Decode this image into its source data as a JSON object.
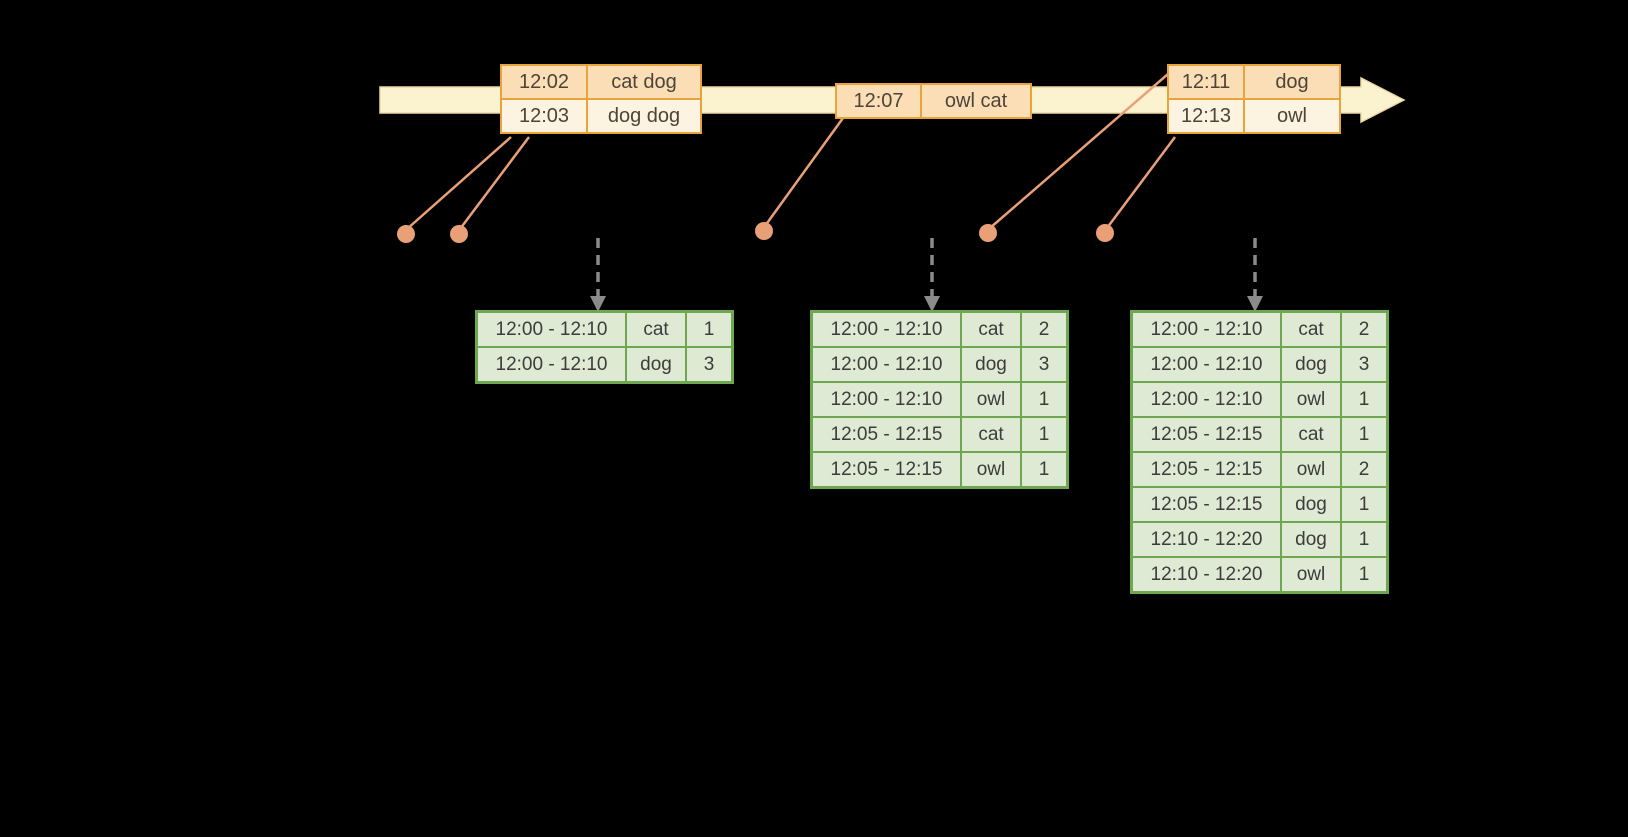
{
  "canvas": {
    "background": "#000000"
  },
  "colors": {
    "timeline_fill": "#FBF2D0",
    "timeline_stroke": "#EBD9A4",
    "event_table_border": "#E9A33B",
    "event_row_dark": "#FBDDB6",
    "event_row_light": "#FDF3E1",
    "connector_and_dot": "#E9A077",
    "trigger_arrow": "#8B8B8B",
    "result_table_border": "#6FA750",
    "result_cell_fill": "#DEEAD3",
    "text": "#3C3C3C"
  },
  "timeline": {
    "description": "event-time-arrow"
  },
  "event_tables": [
    {
      "rows": [
        {
          "time": "12:02",
          "words": "cat dog"
        },
        {
          "time": "12:03",
          "words": "dog dog"
        }
      ]
    },
    {
      "rows": [
        {
          "time": "12:07",
          "words": "owl cat"
        }
      ]
    },
    {
      "rows": [
        {
          "time": "12:11",
          "words": "dog"
        },
        {
          "time": "12:13",
          "words": "owl"
        }
      ]
    }
  ],
  "result_tables": [
    {
      "rows": [
        {
          "window": "12:00 - 12:10",
          "word": "cat",
          "count": "1"
        },
        {
          "window": "12:00 - 12:10",
          "word": "dog",
          "count": "3"
        }
      ]
    },
    {
      "rows": [
        {
          "window": "12:00 - 12:10",
          "word": "cat",
          "count": "2"
        },
        {
          "window": "12:00 - 12:10",
          "word": "dog",
          "count": "3"
        },
        {
          "window": "12:00 - 12:10",
          "word": "owl",
          "count": "1"
        },
        {
          "window": "12:05 - 12:15",
          "word": "cat",
          "count": "1"
        },
        {
          "window": "12:05 - 12:15",
          "word": "owl",
          "count": "1"
        }
      ]
    },
    {
      "rows": [
        {
          "window": "12:00 - 12:10",
          "word": "cat",
          "count": "2"
        },
        {
          "window": "12:00 - 12:10",
          "word": "dog",
          "count": "3"
        },
        {
          "window": "12:00 - 12:10",
          "word": "owl",
          "count": "1"
        },
        {
          "window": "12:05 - 12:15",
          "word": "cat",
          "count": "1"
        },
        {
          "window": "12:05 - 12:15",
          "word": "owl",
          "count": "2"
        },
        {
          "window": "12:05 - 12:15",
          "word": "dog",
          "count": "1"
        },
        {
          "window": "12:10 - 12:20",
          "word": "dog",
          "count": "1"
        },
        {
          "window": "12:10 - 12:20",
          "word": "owl",
          "count": "1"
        }
      ]
    }
  ]
}
